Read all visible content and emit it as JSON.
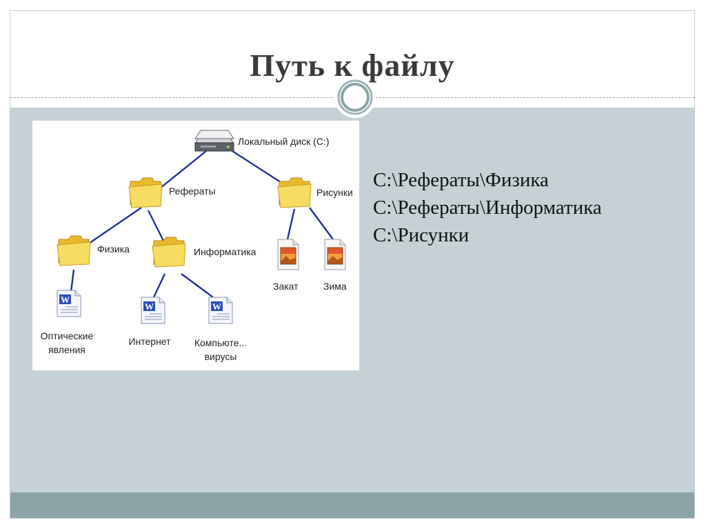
{
  "slide": {
    "title": "Путь к файлу"
  },
  "diagram": {
    "root_label": "Локальный диск (C:)",
    "folder_referaty": "Рефераты",
    "folder_risunki": "Рисунки",
    "folder_fizika": "Физика",
    "folder_informatika": "Информатика",
    "image_zakat": "Закат",
    "image_zima": "Зима",
    "doc_opticheskie_line1": "Оптические",
    "doc_opticheskie_line2": "явления",
    "doc_internet": "Интернет",
    "doc_kompyuter_line1": "Компьюте...",
    "doc_kompyuter_line2": "вирусы"
  },
  "paths": [
    "С:\\Рефераты\\Физика",
    "С:\\Рефераты\\Информатика",
    "С:\\Рисунки"
  ],
  "colors": {
    "content_bg": "#c5d1d5",
    "footer": "#8aa3a6",
    "tree_line": "#1f2f9a",
    "folder": "#f3d34a"
  }
}
